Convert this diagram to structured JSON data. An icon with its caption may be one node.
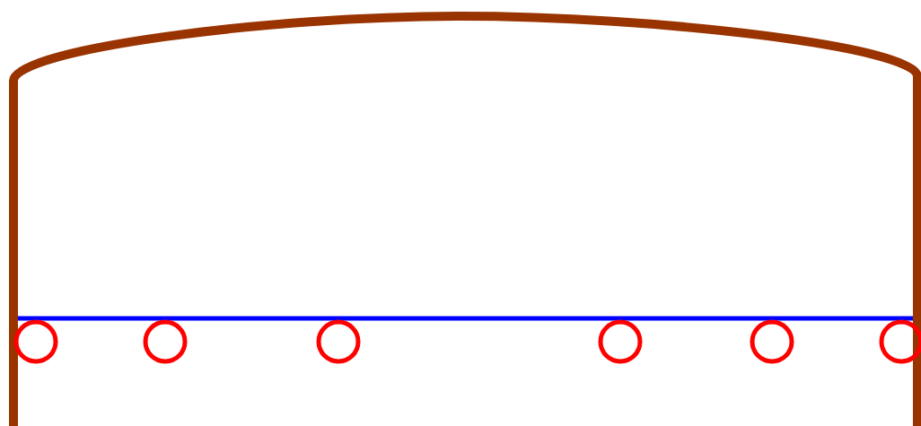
{
  "diagram": {
    "nodes": [
      {
        "text": [],
        "shape": "cylinder"
      },
      {
        "text": [],
        "shape": "circle",
        "in": 0
      },
      {
        "text": [],
        "shape": "circle",
        "in": 0
      },
      {
        "text": [],
        "shape": "circle",
        "in": 0
      },
      {
        "text": [],
        "shape": "circle",
        "in": 0
      },
      {
        "text": [],
        "shape": "circle",
        "in": 0
      },
      {
        "text": [],
        "shape": "circle",
        "in": 0
      }
    ]
  }
}
